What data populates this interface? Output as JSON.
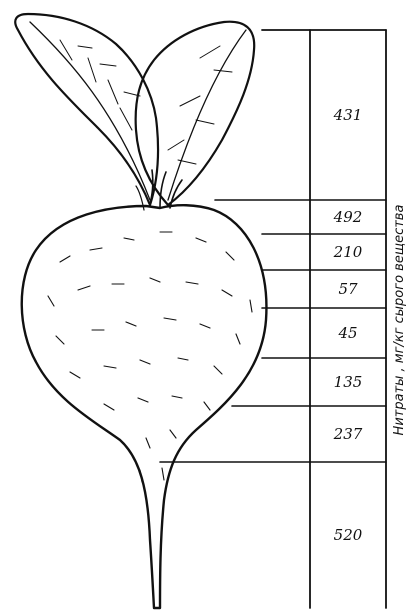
{
  "figure": {
    "axis_label": "Нитраты ,   мг/кг сырого вещества",
    "segments": [
      {
        "value": "431"
      },
      {
        "value": "492"
      },
      {
        "value": "210"
      },
      {
        "value": "57"
      },
      {
        "value": "45"
      },
      {
        "value": "135"
      },
      {
        "value": "237"
      },
      {
        "value": "520"
      }
    ]
  }
}
